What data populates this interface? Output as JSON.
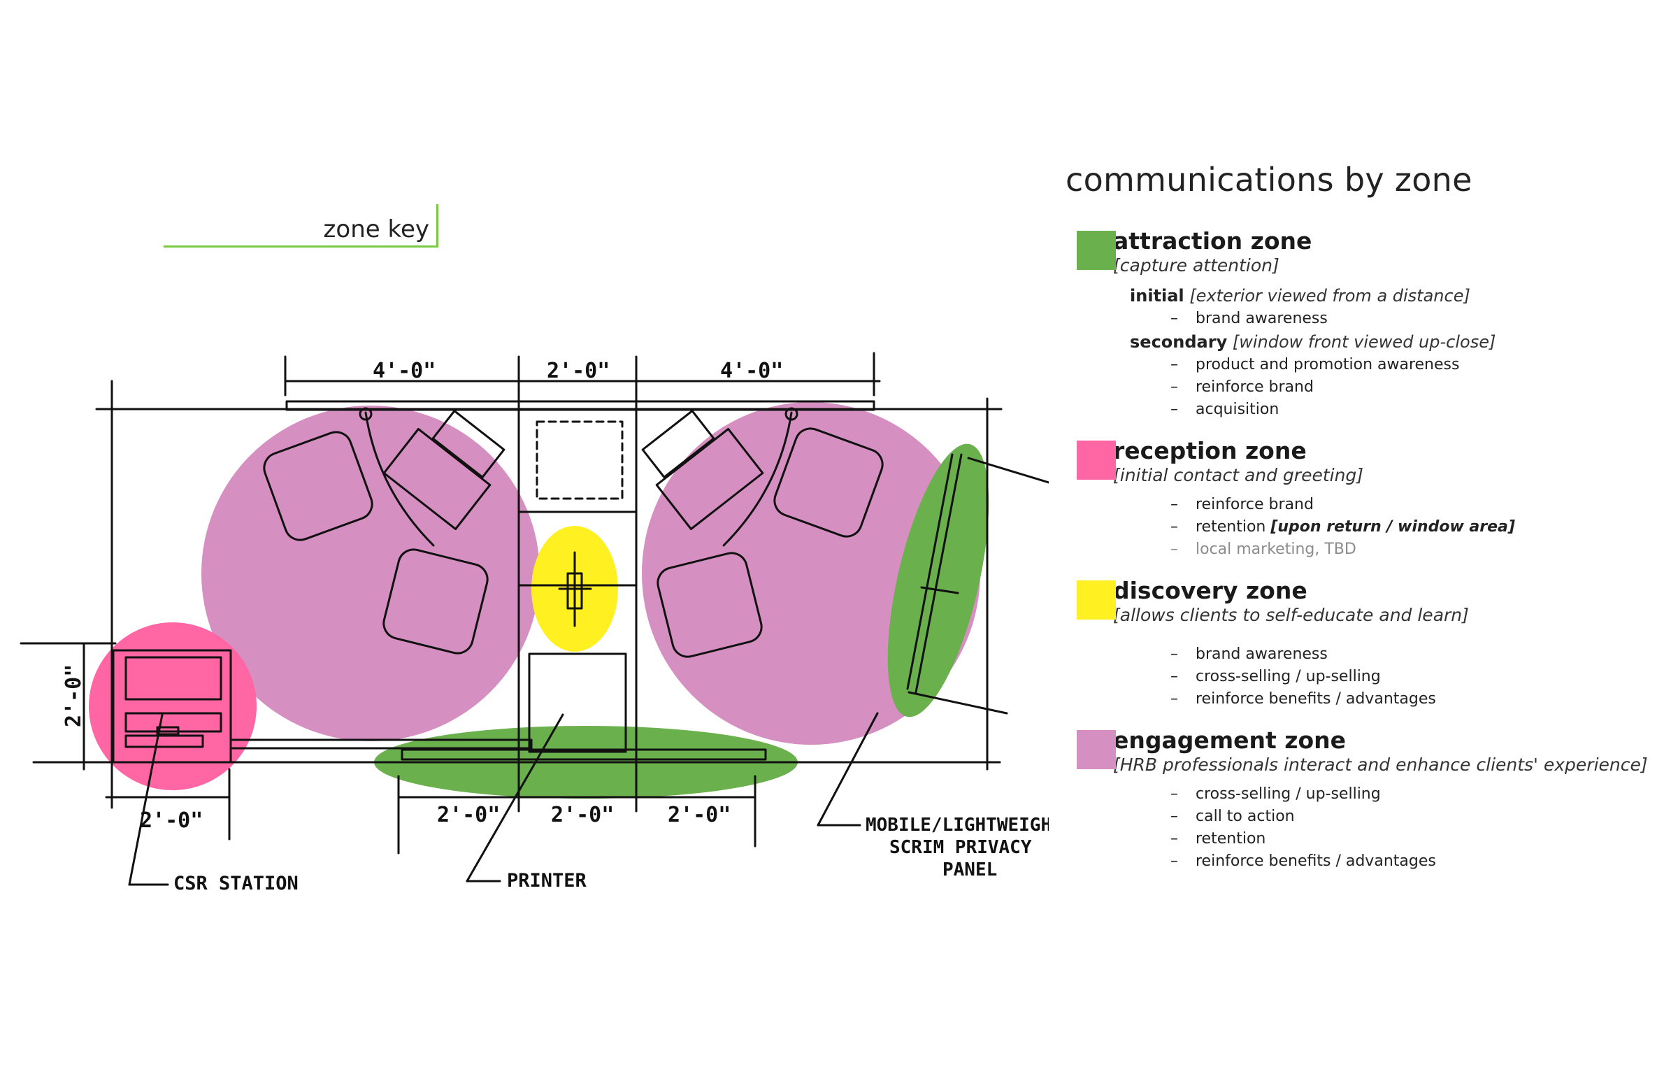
{
  "zone_key": {
    "title": "zone key"
  },
  "plan": {
    "dimensions_top": [
      "4'-0\"",
      "2'-0\"",
      "4'-0\""
    ],
    "dimension_left": "2'-0\"",
    "dimension_csr": "2'-0\"",
    "dimensions_bottom": [
      "2'-0\"",
      "2'-0\"",
      "2'-0\""
    ],
    "labels": {
      "csr": "CSR STATION",
      "printer": "PRINTER",
      "panel_line1": "MOBILE/LIGHTWEIGHT",
      "panel_line2": "SCRIM PRIVACY",
      "panel_line3": "PANEL"
    }
  },
  "legend": {
    "title": "communications by zone",
    "zones": [
      {
        "id": "attraction",
        "name": "attraction zone",
        "subtitle": "[capture attention]",
        "color": "#6ab04c",
        "groups": [
          {
            "label": "initial",
            "note": "[exterior viewed from a distance]",
            "items": [
              "brand awareness"
            ]
          },
          {
            "label": "secondary",
            "note": "[window front viewed up-close]",
            "items": [
              "product and promotion awareness",
              "reinforce brand",
              "acquisition"
            ]
          }
        ]
      },
      {
        "id": "reception",
        "name": "reception zone",
        "subtitle": "[initial contact and greeting]",
        "color": "#ff66a3",
        "items": [
          "reinforce brand",
          "retention",
          "local marketing, TBD"
        ],
        "retention_note": "[upon return / window area]"
      },
      {
        "id": "discovery",
        "name": "discovery zone",
        "subtitle": "[allows clients to self-educate and learn]",
        "color": "#fff021",
        "items": [
          "brand awareness",
          "cross-selling / up-selling",
          "reinforce benefits / advantages"
        ]
      },
      {
        "id": "engagement",
        "name": "engagement zone",
        "subtitle": "[HRB professionals interact and enhance clients' experience]",
        "color": "#d58fc1",
        "items": [
          "cross-selling / up-selling",
          "call to action",
          "retention",
          "reinforce benefits / advantages"
        ]
      }
    ]
  }
}
